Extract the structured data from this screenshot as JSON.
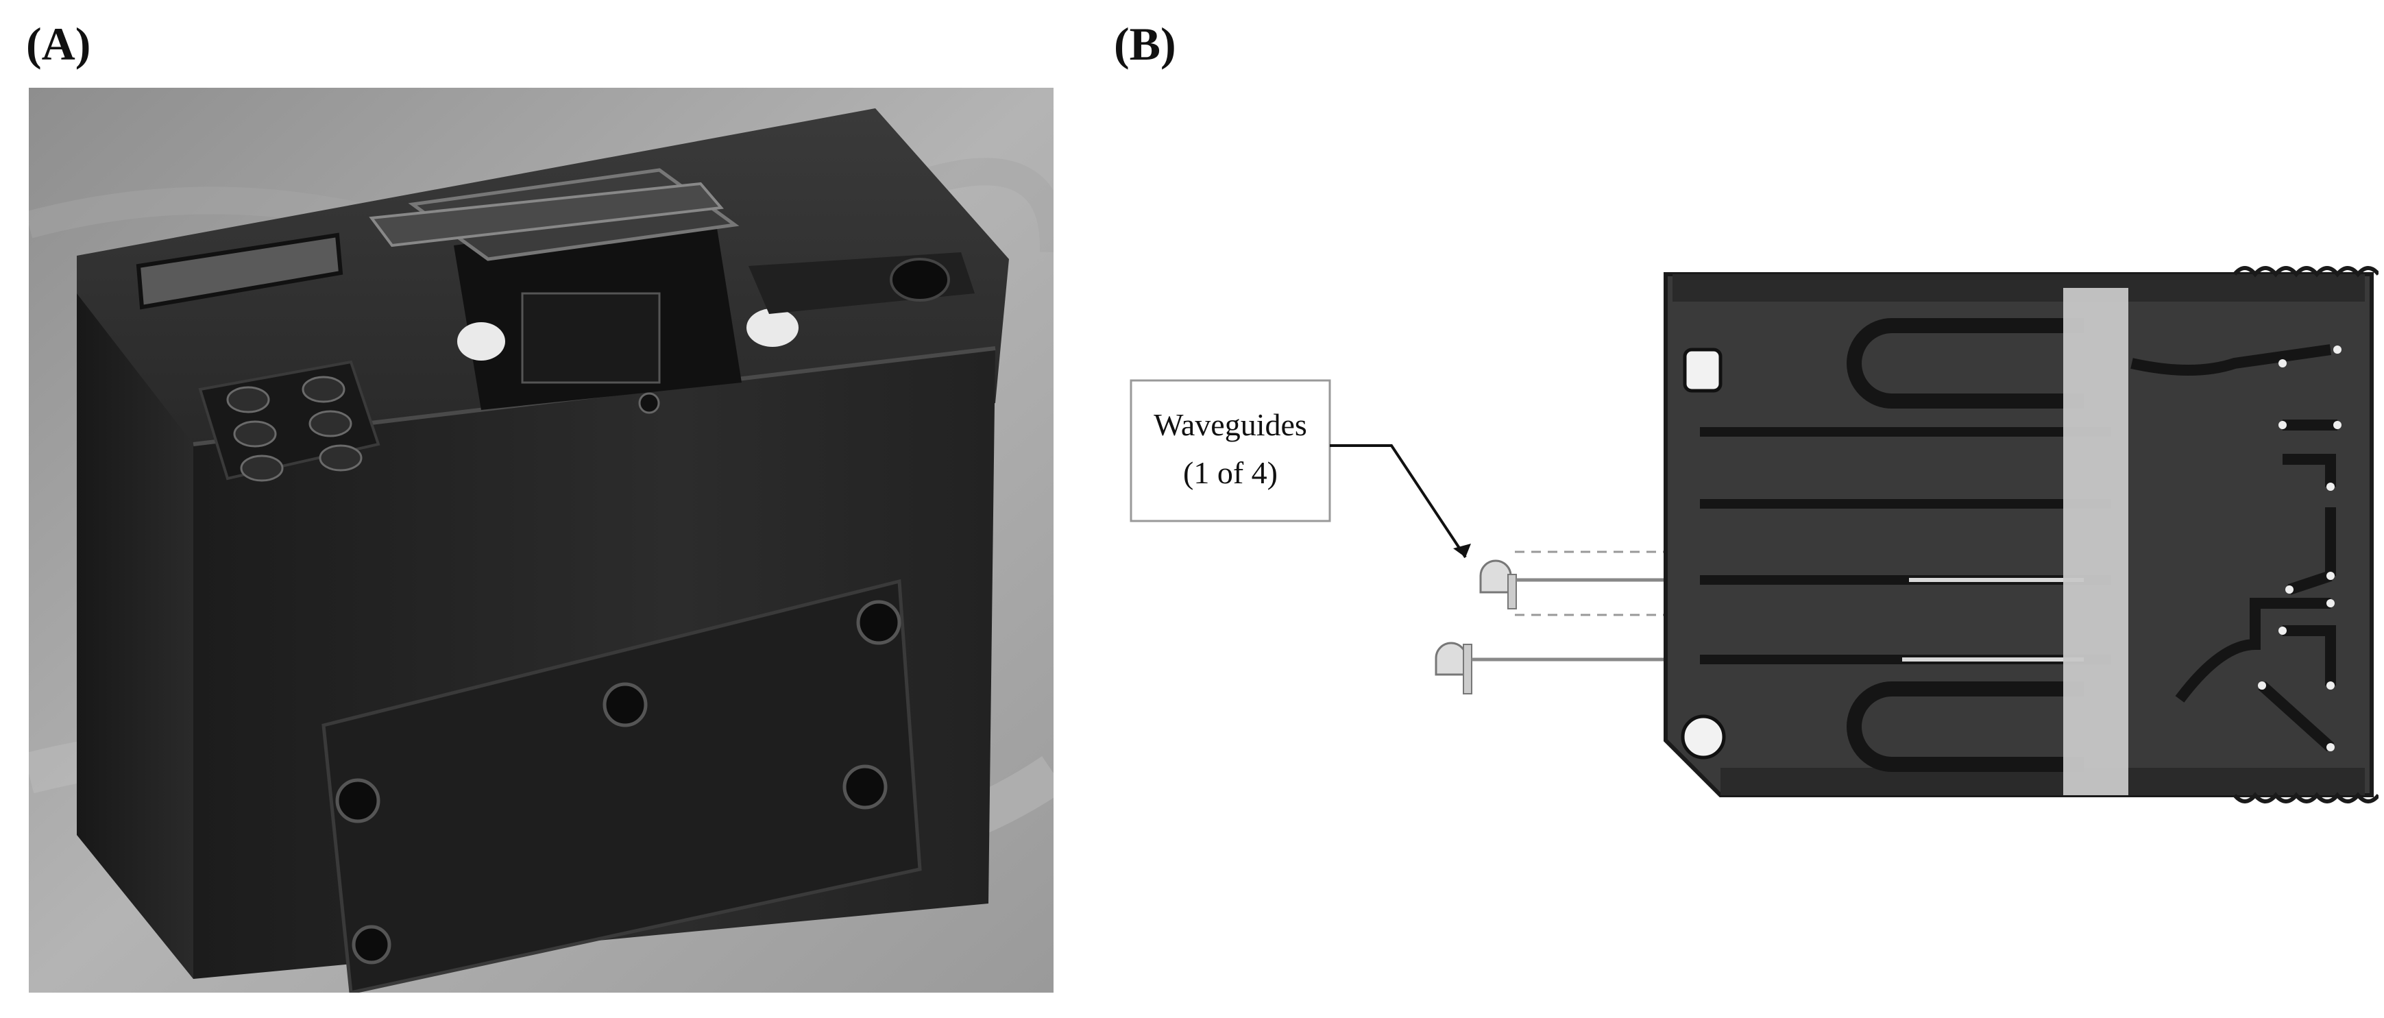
{
  "panels": {
    "a": {
      "label": "(A)"
    },
    "b": {
      "label": "(B)"
    }
  },
  "callout": {
    "line1": "Waveguides",
    "line2": "(1 of 4)"
  },
  "colors": {
    "background": "#ffffff",
    "device_body": "#2b2b2b",
    "cartridge_body": "#3a3a3a",
    "channel": "#151515",
    "film_strip": "#c8c8c8"
  },
  "icons": [
    "keypad-button-icon",
    "screw-icon",
    "thumbscrew-icon",
    "led-icon"
  ]
}
